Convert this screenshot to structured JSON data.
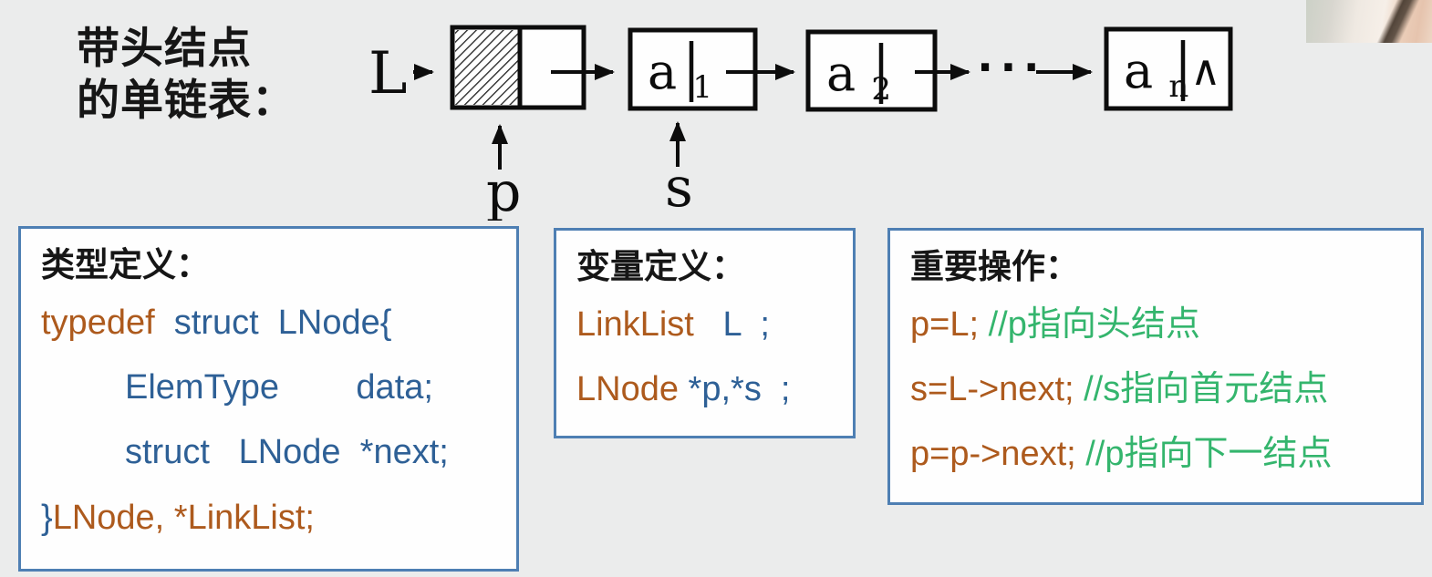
{
  "colors": {
    "background": "#ebecec",
    "box_border": "#4e7fb3",
    "keyword_brown": "#ad5a1d",
    "code_blue": "#2e6096",
    "comment_green": "#34b56d"
  },
  "diagram": {
    "caption_line1": "带头结点",
    "caption_line2": "的单链表：",
    "list_head_pointer": "L",
    "node1_base": "a",
    "node1_sub": "1",
    "node2_base": "a",
    "node2_sub": "2",
    "noden_base": "a",
    "noden_sub": "n",
    "null_symbol": "∧",
    "ellipsis": "···",
    "pointer_p": "p",
    "pointer_s": "s"
  },
  "panels": {
    "type_definition": {
      "heading": "类型定义：",
      "lines": [
        {
          "indent": false,
          "tokens": [
            {
              "t": "typedef ",
              "c": "brown"
            },
            {
              "t": " struct  LNode{",
              "c": "blue"
            }
          ]
        },
        {
          "indent": true,
          "tokens": [
            {
              "t": "ElemType        data;",
              "c": "blue"
            }
          ]
        },
        {
          "indent": true,
          "tokens": [
            {
              "t": "struct   LNode  *next;",
              "c": "blue"
            }
          ]
        },
        {
          "indent": false,
          "tokens": [
            {
              "t": "}",
              "c": "blue"
            },
            {
              "t": "LNode, *LinkList;",
              "c": "brown"
            }
          ]
        }
      ]
    },
    "variable_definition": {
      "heading": "变量定义：",
      "lines": [
        {
          "indent": false,
          "tokens": [
            {
              "t": "LinkList   ",
              "c": "brown"
            },
            {
              "t": "L  ;",
              "c": "blue"
            }
          ]
        },
        {
          "indent": false,
          "tokens": [
            {
              "t": "LNode ",
              "c": "brown"
            },
            {
              "t": "*p,*s  ;",
              "c": "blue"
            }
          ]
        }
      ]
    },
    "important_operations": {
      "heading": "重要操作：",
      "lines": [
        {
          "indent": false,
          "tokens": [
            {
              "t": "p=L; ",
              "c": "brown"
            },
            {
              "t": "//p指向头结点",
              "c": "green"
            }
          ]
        },
        {
          "indent": false,
          "tokens": [
            {
              "t": "s=L->next; ",
              "c": "brown"
            },
            {
              "t": "//s指向首元结点",
              "c": "green"
            }
          ]
        },
        {
          "indent": false,
          "tokens": [
            {
              "t": "p=p->next; ",
              "c": "brown"
            },
            {
              "t": "//p指向下一结点",
              "c": "green"
            }
          ]
        }
      ]
    }
  }
}
